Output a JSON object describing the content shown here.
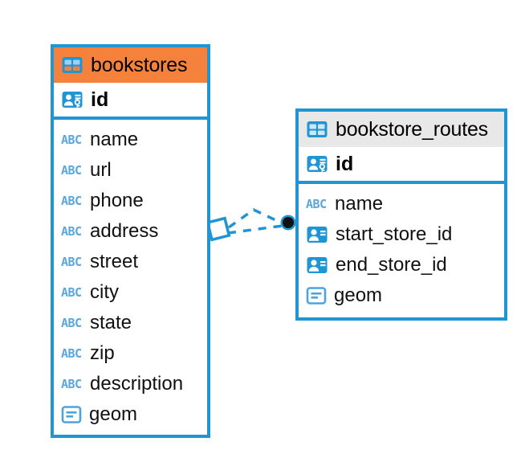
{
  "diagram": {
    "type": "entity-relationship-diagram",
    "background": "#ffffff",
    "accent_color": "#1f95d4",
    "highlight_color": "#f5823c",
    "header_grey": "#e8e8e8"
  },
  "entities": [
    {
      "name": "bookstores",
      "header_style": "orange",
      "table_icon": "table-icon",
      "primary_key": {
        "label": "id",
        "icon": "primary-key-icon"
      },
      "fields": [
        {
          "label": "name",
          "icon": "text-abc-icon"
        },
        {
          "label": "url",
          "icon": "text-abc-icon"
        },
        {
          "label": "phone",
          "icon": "text-abc-icon"
        },
        {
          "label": "address",
          "icon": "text-abc-icon"
        },
        {
          "label": "street",
          "icon": "text-abc-icon"
        },
        {
          "label": "city",
          "icon": "text-abc-icon"
        },
        {
          "label": "state",
          "icon": "text-abc-icon"
        },
        {
          "label": "zip",
          "icon": "text-abc-icon"
        },
        {
          "label": "description",
          "icon": "text-abc-icon"
        },
        {
          "label": "geom",
          "icon": "geometry-icon"
        }
      ]
    },
    {
      "name": "bookstore_routes",
      "header_style": "grey",
      "table_icon": "table-icon",
      "primary_key": {
        "label": "id",
        "icon": "primary-key-icon"
      },
      "fields": [
        {
          "label": "name",
          "icon": "text-abc-icon"
        },
        {
          "label": "start_store_id",
          "icon": "foreign-key-icon"
        },
        {
          "label": "end_store_id",
          "icon": "foreign-key-icon"
        },
        {
          "label": "geom",
          "icon": "geometry-icon"
        }
      ]
    }
  ],
  "relationship": {
    "source_endpoint": "diamond-endpoint",
    "target_endpoint": "filled-circle-endpoint",
    "line_style": "dashed",
    "color": "#1f95d4"
  },
  "icon_glyphs": {
    "text_abc_label": "ABC"
  }
}
